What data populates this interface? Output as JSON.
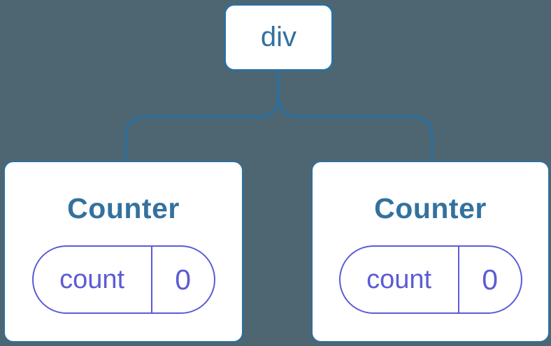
{
  "colors": {
    "background": "#4D6671",
    "line_blue": "#2E6F9E",
    "text_blue": "#33719F",
    "state_purple": "#5B5BD6",
    "card_white": "#FFFFFF"
  },
  "tree": {
    "root": {
      "label": "div"
    },
    "children": [
      {
        "title": "Counter",
        "state": {
          "key": "count",
          "value": "0"
        }
      },
      {
        "title": "Counter",
        "state": {
          "key": "count",
          "value": "0"
        }
      }
    ]
  }
}
